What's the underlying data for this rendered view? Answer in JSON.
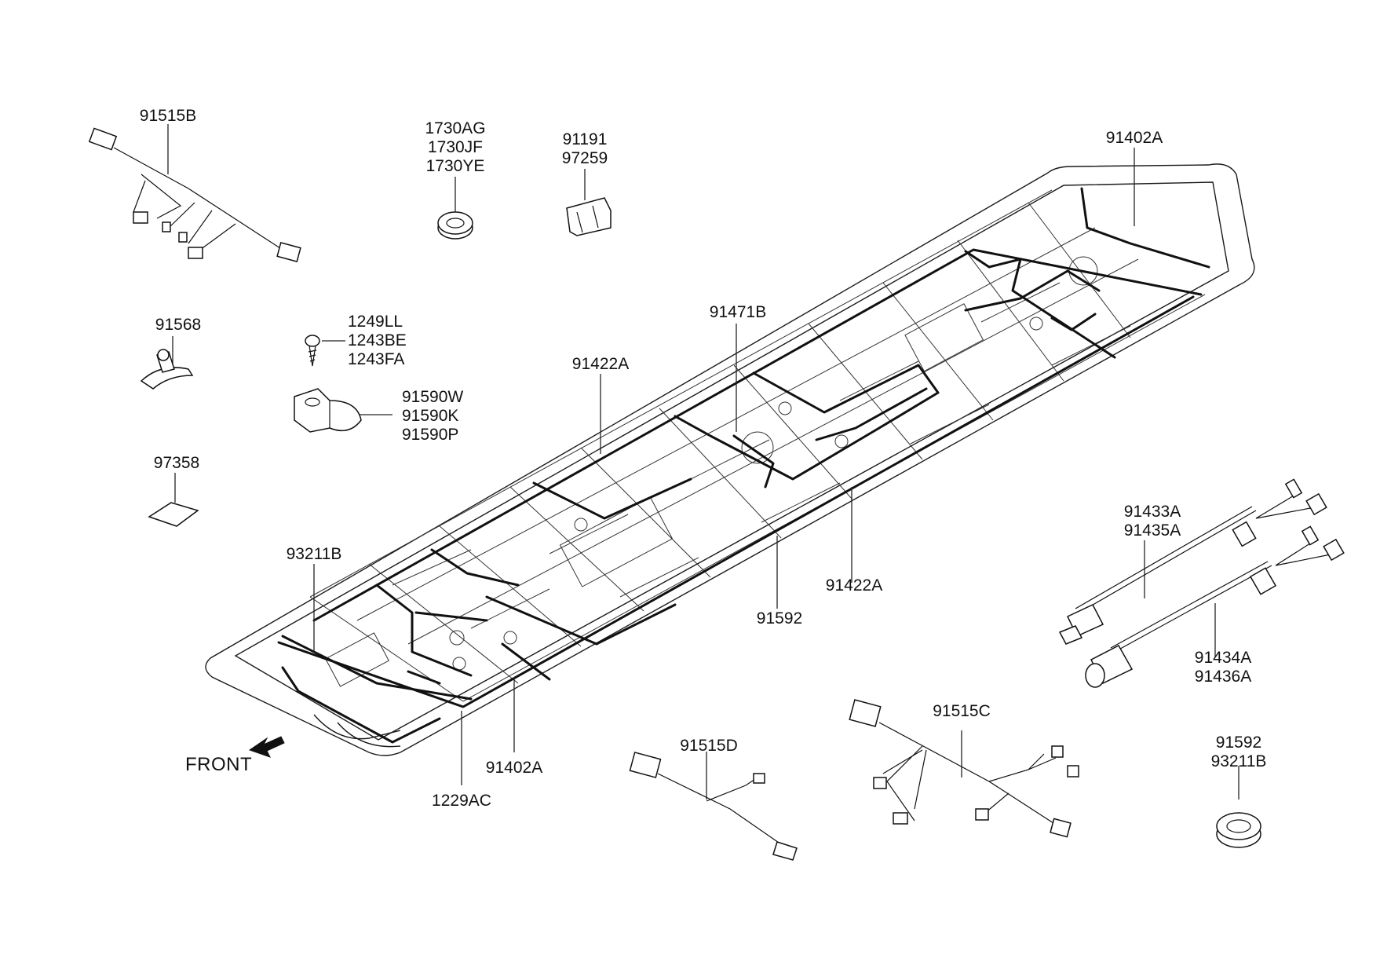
{
  "diagram": {
    "labels": {
      "p91515B": "91515B",
      "p1730": [
        "1730AG",
        "1730JF",
        "1730YE"
      ],
      "p91191": [
        "91191",
        "97259"
      ],
      "p91402A_top": "91402A",
      "p91568": "91568",
      "p1249": [
        "1249LL",
        "1243BE",
        "1243FA"
      ],
      "p91590": [
        "91590W",
        "91590K",
        "91590P"
      ],
      "p91471B": "91471B",
      "p91422A_top": "91422A",
      "p97358": "97358",
      "p93211B": "93211B",
      "p91433A": [
        "91433A",
        "91435A"
      ],
      "p91422A_right": "91422A",
      "p91592_mid": "91592",
      "p91434A": [
        "91434A",
        "91436A"
      ],
      "p91515C": "91515C",
      "p91515D": "91515D",
      "p91402A_bottom": "91402A",
      "p1229AC": "1229AC",
      "p91592_grommet": [
        "91592",
        "93211B"
      ],
      "front": "FRONT"
    }
  }
}
